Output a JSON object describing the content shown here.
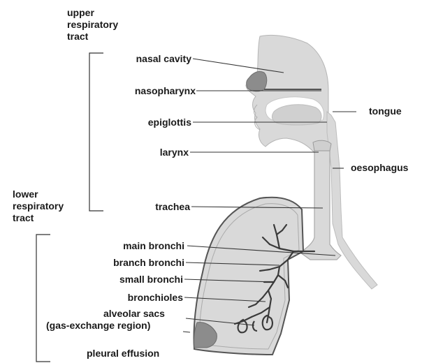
{
  "groups": {
    "upper": [
      "upper",
      "respiratory",
      "tract"
    ],
    "lower": [
      "lower",
      "respiratory",
      "tract"
    ]
  },
  "labels": {
    "nasal_cavity": "nasal cavity",
    "nasopharynx": "nasopharynx",
    "epiglottis": "epiglottis",
    "larynx": "larynx",
    "trachea": "trachea",
    "main_bronchi": "main bronchi",
    "branch_bronchi": "branch bronchi",
    "small_bronchi": "small bronchi",
    "bronchioles": "bronchioles",
    "alveolar_sacs": "alveolar sacs",
    "gas_exchange": "(gas-exchange region)",
    "pleural_effusion": "pleural effusion",
    "tongue": "tongue",
    "oesophagus": "oesophagus"
  },
  "colors": {
    "anatomy_fill": "#d9d9d9",
    "highlight_fill": "#8c8c8c",
    "leader_line": "#333333",
    "airway": "#3a3a3a"
  }
}
